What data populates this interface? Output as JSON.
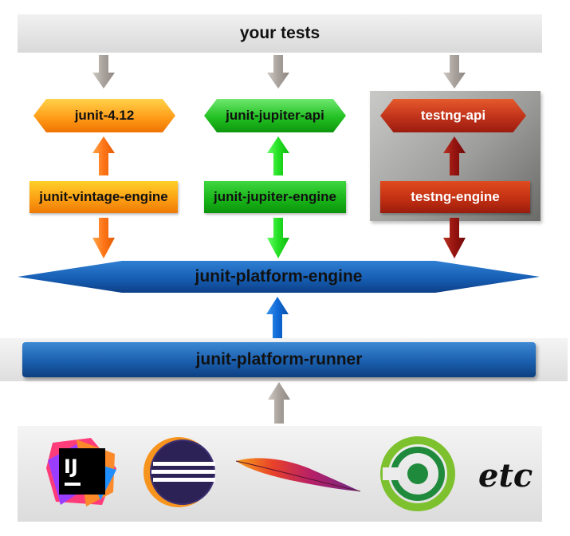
{
  "top": {
    "label": "your tests"
  },
  "apis": {
    "vintage": "junit-4.12",
    "jupiter": "junit-jupiter-api",
    "testng": "testng-api"
  },
  "engines": {
    "vintage": "junit-vintage-engine",
    "jupiter": "junit-jupiter-engine",
    "testng": "testng-engine"
  },
  "platform": {
    "engine": "junit-platform-engine",
    "runner": "junit-platform-runner"
  },
  "tools": {
    "intellij_logo_text": "IJ",
    "etc": "etc",
    "icons": [
      "intellij-icon",
      "eclipse-icon",
      "apache-feather-icon",
      "circleci-icon"
    ]
  },
  "colors": {
    "vintage": "#ff9d1a",
    "jupiter": "#22c122",
    "testng": "#c0321a",
    "platform": "#165fb5",
    "neutral_arrow": "#b3aca6"
  }
}
